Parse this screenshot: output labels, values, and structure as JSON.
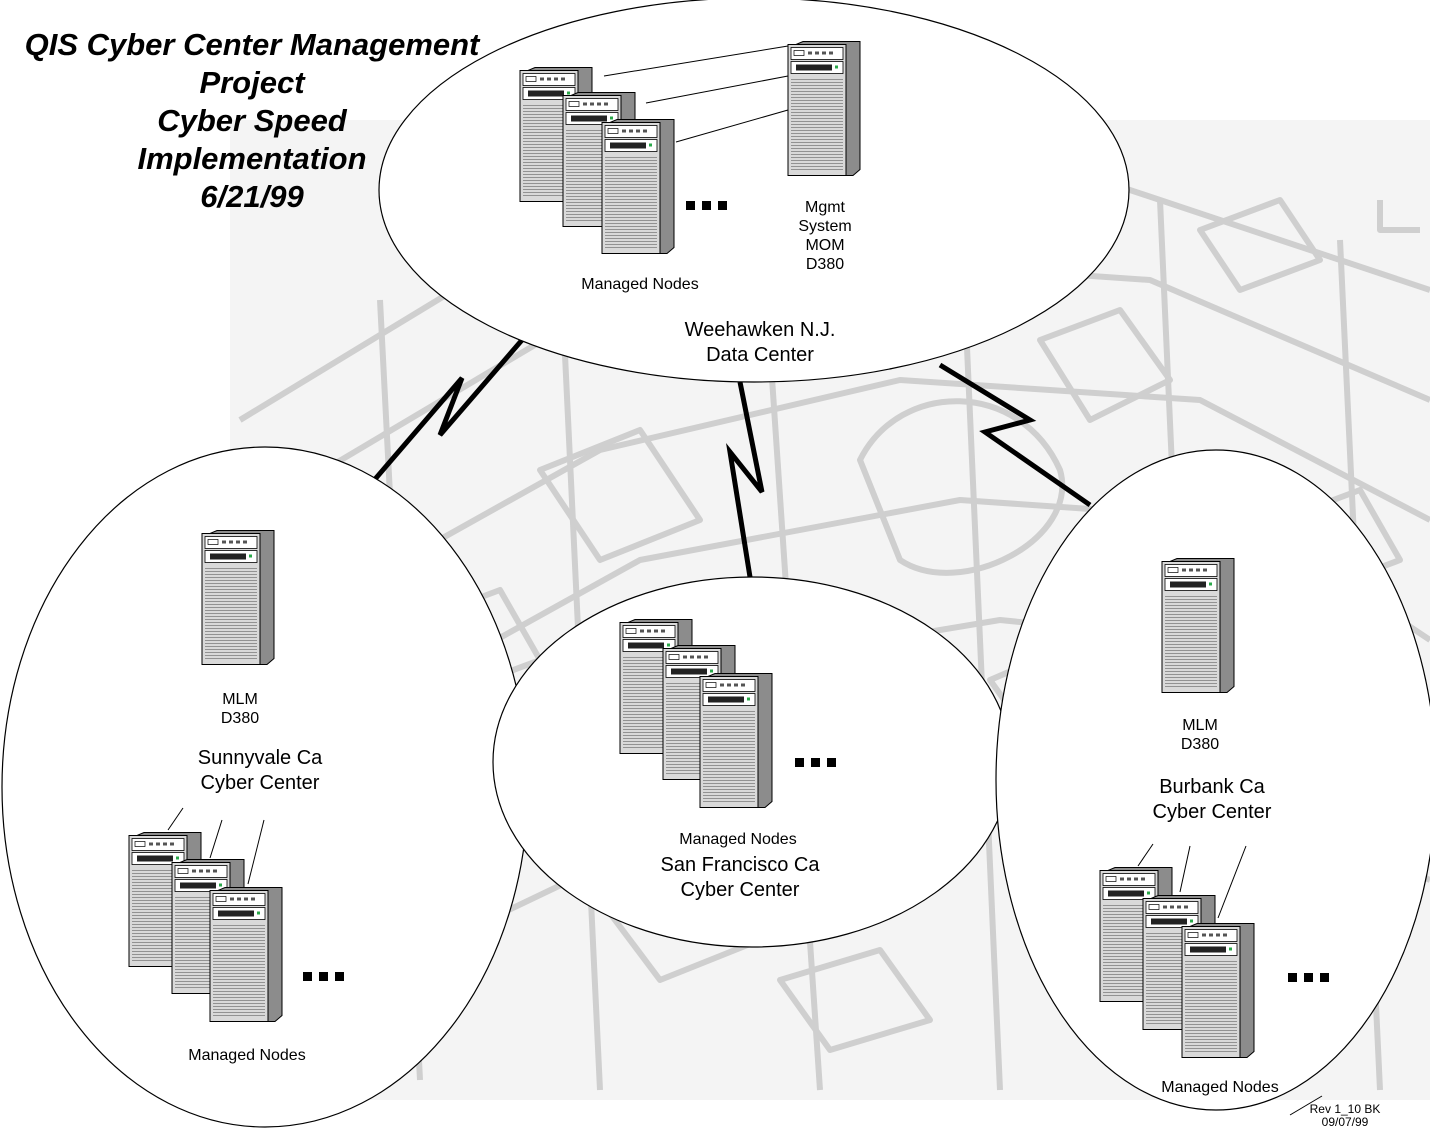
{
  "title": {
    "line1": "QIS Cyber Center Management",
    "line2": "Project",
    "line3": "Cyber Speed",
    "line4": "Implementation",
    "line5": "6/21/99"
  },
  "weehawken": {
    "nodes_label": "Managed Nodes",
    "mgmt": [
      "Mgmt",
      "System",
      "MOM",
      "D380"
    ],
    "site": [
      "Weehawken N.J.",
      "Data Center"
    ]
  },
  "sunnyvale": {
    "server": [
      "MLM",
      "D380"
    ],
    "site": [
      "Sunnyvale Ca",
      "Cyber Center"
    ],
    "nodes_label": "Managed Nodes"
  },
  "sanfrancisco": {
    "nodes_label": "Managed Nodes",
    "site": [
      "San Francisco Ca",
      "Cyber Center"
    ]
  },
  "burbank": {
    "server": [
      "MLM",
      "D380"
    ],
    "site": [
      "Burbank Ca",
      "Cyber Center"
    ],
    "nodes_label": "Managed Nodes"
  },
  "revision": [
    "Rev 1_10 BK",
    "09/07/99"
  ],
  "colors": {
    "background_art": "#cfcfcf",
    "server_face": "#d9d9d9",
    "server_shadow": "#808080",
    "line": "#000000"
  }
}
